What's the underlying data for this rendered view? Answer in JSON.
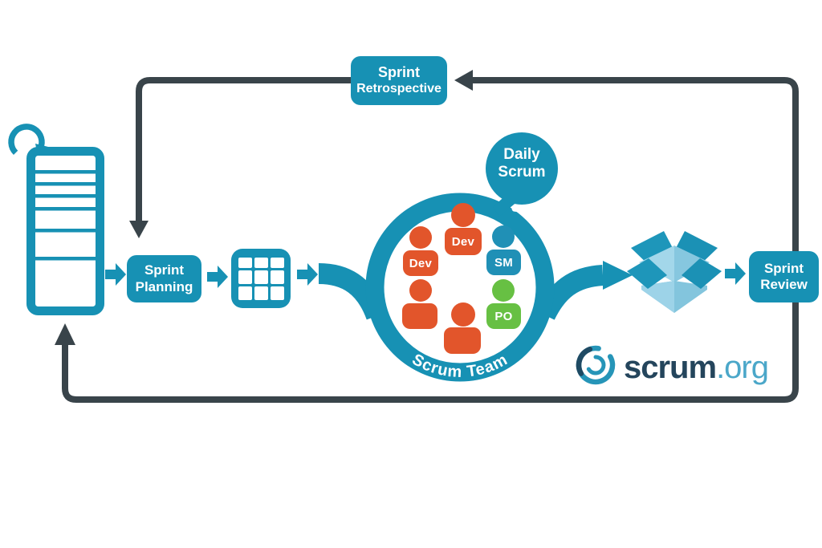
{
  "nodes": {
    "sprint_planning": [
      "Sprint",
      "Planning"
    ],
    "sprint_retrospective": [
      "Sprint",
      "Retrospective"
    ],
    "sprint_review": [
      "Sprint",
      "Review"
    ],
    "daily_scrum": [
      "Daily",
      "Scrum"
    ],
    "scrum_team_label": "Scrum Team"
  },
  "icons": {
    "product_backlog": "backlog-list-icon",
    "sprint_backlog": "grid-icon",
    "increment": "open-box-icon",
    "cycle": "refresh-cycle-icon"
  },
  "team": {
    "members": [
      {
        "role": "Dev",
        "color": "#e2552b"
      },
      {
        "role": "Dev",
        "color": "#e2552b"
      },
      {
        "role": "SM",
        "color": "#2090b6"
      },
      {
        "role": "",
        "color": "#e2552b"
      },
      {
        "role": "",
        "color": "#e2552b"
      },
      {
        "role": "PO",
        "color": "#67c043"
      }
    ]
  },
  "logo": {
    "brand": "scrum",
    "tld": ".org"
  },
  "colors": {
    "teal": "#1791b4",
    "dark_line": "#39444a",
    "orange": "#e2552b",
    "green": "#67c043",
    "box_light": "#9dd3e8",
    "box_mid": "#83c5dd",
    "logo_navy": "#24455c",
    "logo_teal": "#4ba7c9"
  }
}
